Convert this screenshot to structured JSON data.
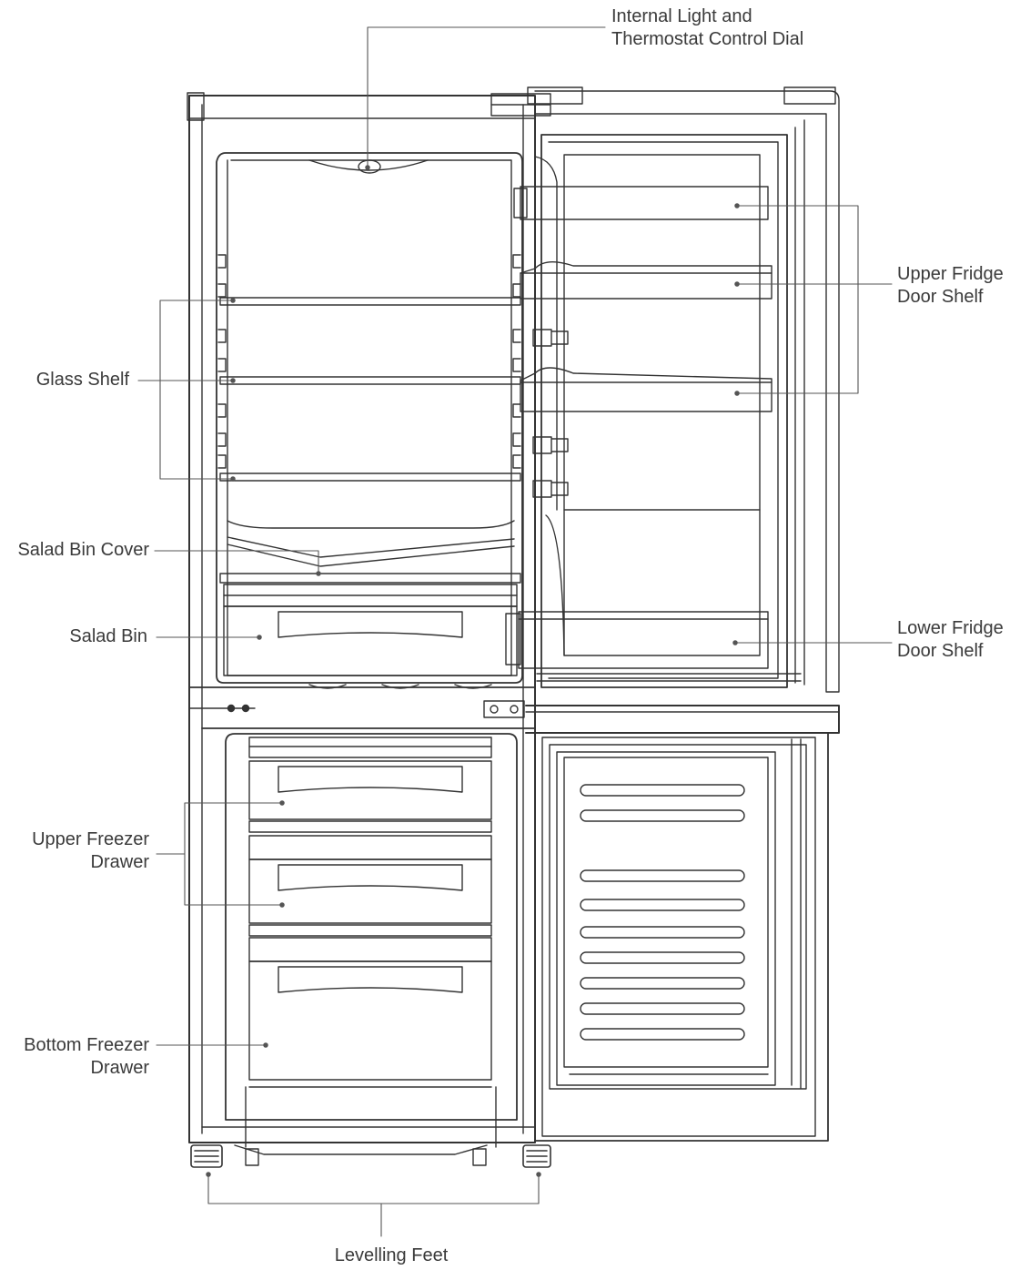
{
  "labels": {
    "internal_light": [
      "Internal Light and",
      "Thermostat Control Dial"
    ],
    "upper_fridge_door_shelf": [
      "Upper Fridge",
      "Door Shelf"
    ],
    "glass_shelf": [
      "Glass Shelf"
    ],
    "salad_bin_cover": [
      "Salad Bin Cover"
    ],
    "salad_bin": [
      "Salad Bin"
    ],
    "lower_fridge_door_shelf": [
      "Lower Fridge",
      "Door Shelf"
    ],
    "upper_freezer_drawer": [
      "Upper Freezer",
      "Drawer"
    ],
    "bottom_freezer_drawer": [
      "Bottom Freezer",
      "Drawer"
    ],
    "levelling_feet": [
      "Levelling Feet"
    ]
  },
  "colors": {
    "line": "#333333",
    "leader": "#555555",
    "text": "#3a3a3a"
  }
}
